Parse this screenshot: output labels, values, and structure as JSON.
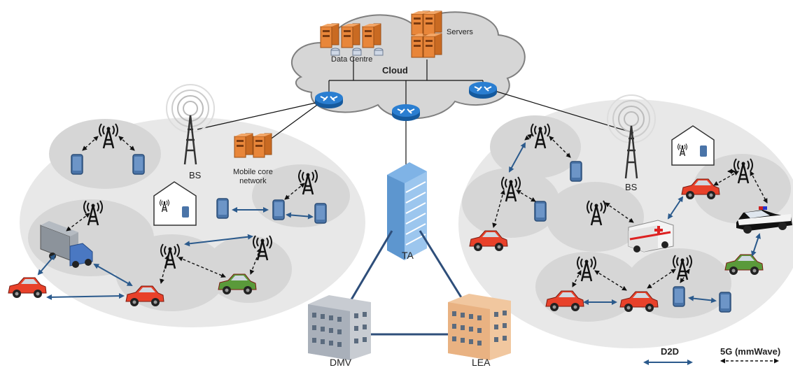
{
  "labels": {
    "data_centre": "Data Centre",
    "servers": "Servers",
    "cloud": "Cloud",
    "bs_left": "BS",
    "bs_right": "BS",
    "mobile_core": "Mobile core\nnetwork",
    "ta": "TA",
    "dmv": "DMV",
    "lea": "LEA"
  },
  "legend": {
    "d2d": "D2D",
    "mmwave": "5G (mmWave)"
  },
  "colors": {
    "cloud": "#d6d6d6",
    "cell_bg": "#e9e9e9",
    "cell_inner": "#d7d7d7",
    "router": "#1f6fc5",
    "d2d_link": "#2b5a8c",
    "server": "#e8863a",
    "car_red": "#e8412a",
    "car_green": "#5a9a3a",
    "phone": "#4a74a8",
    "building_link": "#2e4e7a"
  }
}
